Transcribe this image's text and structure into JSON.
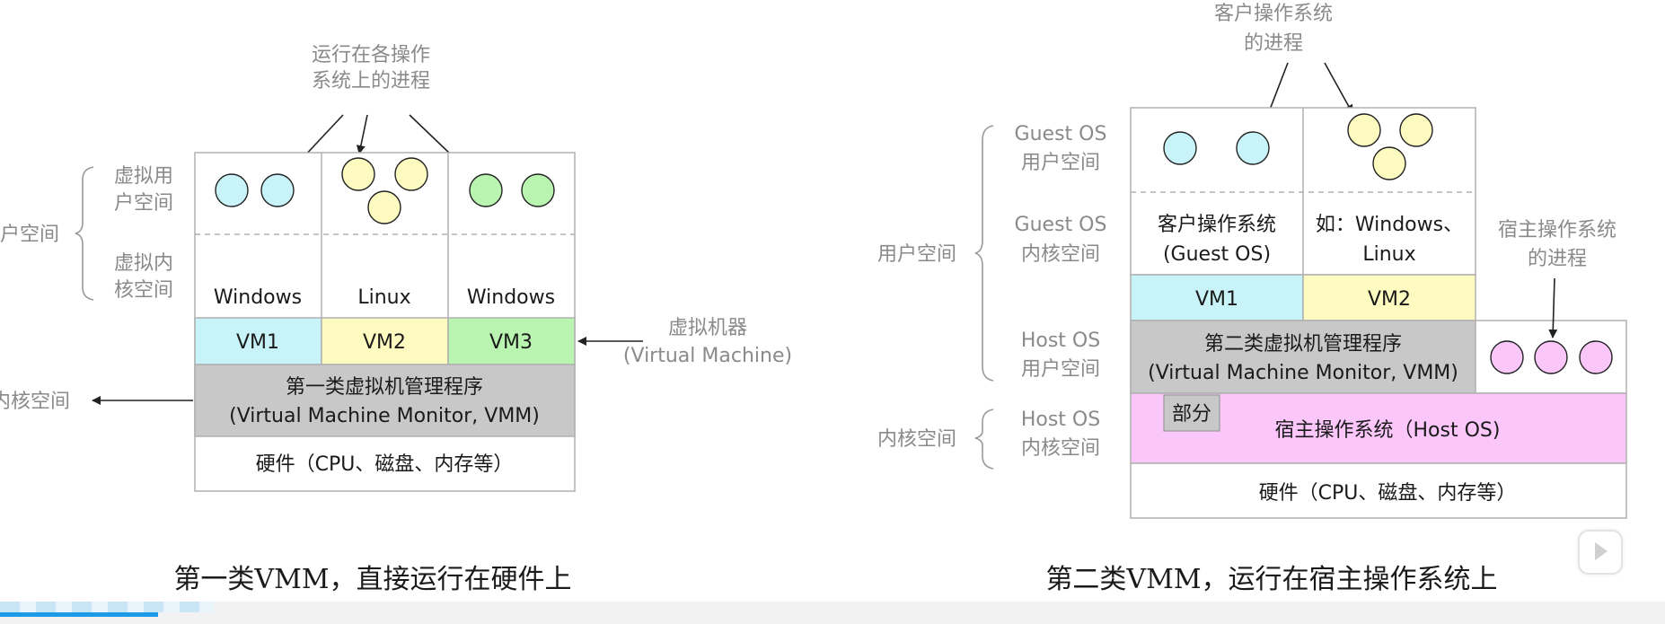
{
  "type1": {
    "top_arrow_label_line1": "运行在各操作",
    "top_arrow_label_line2": "系统上的进程",
    "virt_user_space_l1": "虚拟用",
    "virt_user_space_l2": "户空间",
    "virt_kernel_space_l1": "虚拟内",
    "virt_kernel_space_l2": "核空间",
    "user_space_cut": "户空间",
    "kernel_space_cut": "内核空间",
    "os_labels": [
      "Windows",
      "Linux",
      "Windows"
    ],
    "vm_labels": [
      "VM1",
      "VM2",
      "VM3"
    ],
    "vm_colors": [
      "#c8f3f8",
      "#fdfbc0",
      "#b9f4b0"
    ],
    "vmm_line1": "第一类虚拟机管理程序",
    "vmm_line2": "(Virtual Machine Monitor, VMM)",
    "hardware": "硬件（CPU、磁盘、内存等）",
    "vm_label_line1": "虚拟机器",
    "vm_label_line2": "(Virtual Machine)",
    "caption": "第一类VMM，直接运行在硬件上"
  },
  "type2": {
    "top_label_line1": "客户操作系统",
    "top_label_line2": "的进程",
    "guest_user_l1": "Guest OS",
    "guest_user_l2": "用户空间",
    "guest_kernel_l1": "Guest OS",
    "guest_kernel_l2": "内核空间",
    "host_user_l1": "Host OS",
    "host_user_l2": "用户空间",
    "host_kernel_l1": "Host OS",
    "host_kernel_l2": "内核空间",
    "user_space": "用户空间",
    "kernel_space": "内核空间",
    "guest_os_line1": "客户操作系统",
    "guest_os_line2": "(Guest OS)",
    "example_line1": "如：Windows、",
    "example_line2": "Linux",
    "vm_labels": [
      "VM1",
      "VM2"
    ],
    "vmm_line1": "第二类虚拟机管理程序",
    "vmm_line2": "(Virtual Machine Monitor, VMM)",
    "host_proc_line1": "宿主操作系统",
    "host_proc_line2": "的进程",
    "partial": "部分",
    "host_os": "宿主操作系统（Host OS)",
    "hardware": "硬件（CPU、磁盘、内存等）",
    "caption": "第二类VMM，运行在宿主操作系统上"
  },
  "colors": {
    "cyan": "#c8f3f8",
    "yellow": "#fdfbc0",
    "green": "#b9f4b0",
    "pink": "#fbc7fb",
    "gray": "#c8c8c8",
    "progress": "#1e9be6"
  },
  "player": {
    "play_icon": "play-icon",
    "progress_fraction": 0.095
  }
}
